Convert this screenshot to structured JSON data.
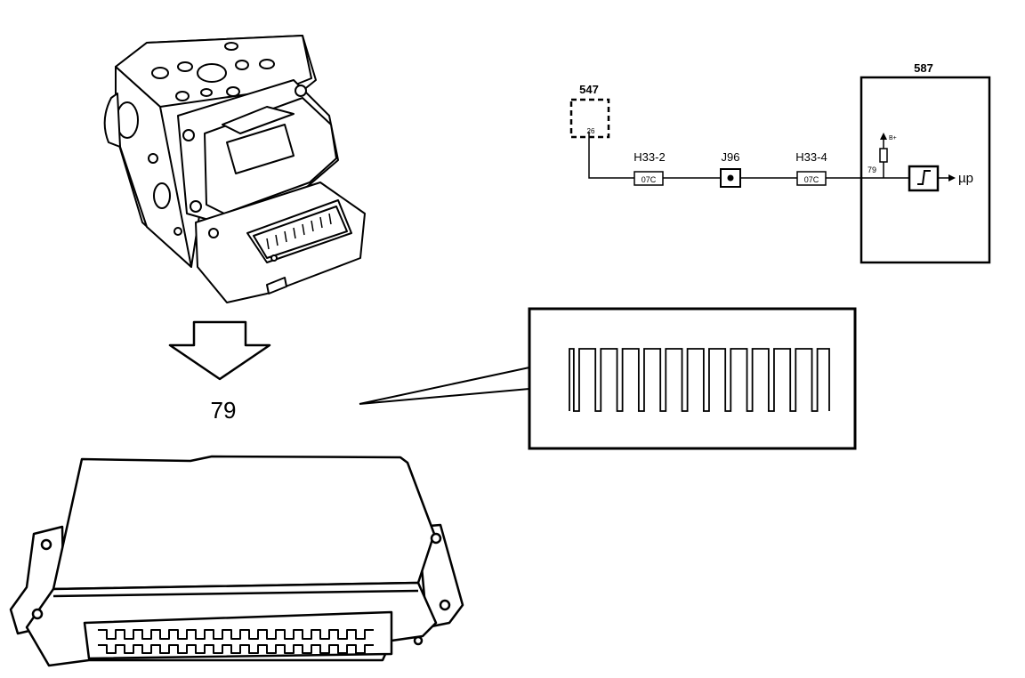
{
  "arrow_label": "79",
  "circuit": {
    "sensor_id": "547",
    "sensor_pin": "26",
    "connector_1": "H33-2",
    "connector_1_pins": "07C",
    "splice": "J96",
    "connector_2": "H33-4",
    "connector_2_pins": "07C",
    "ecu_id": "587",
    "ecu_pin": "79",
    "supply": "B+",
    "output": "µp"
  },
  "waveform": {
    "type": "square",
    "cycles": 12
  }
}
